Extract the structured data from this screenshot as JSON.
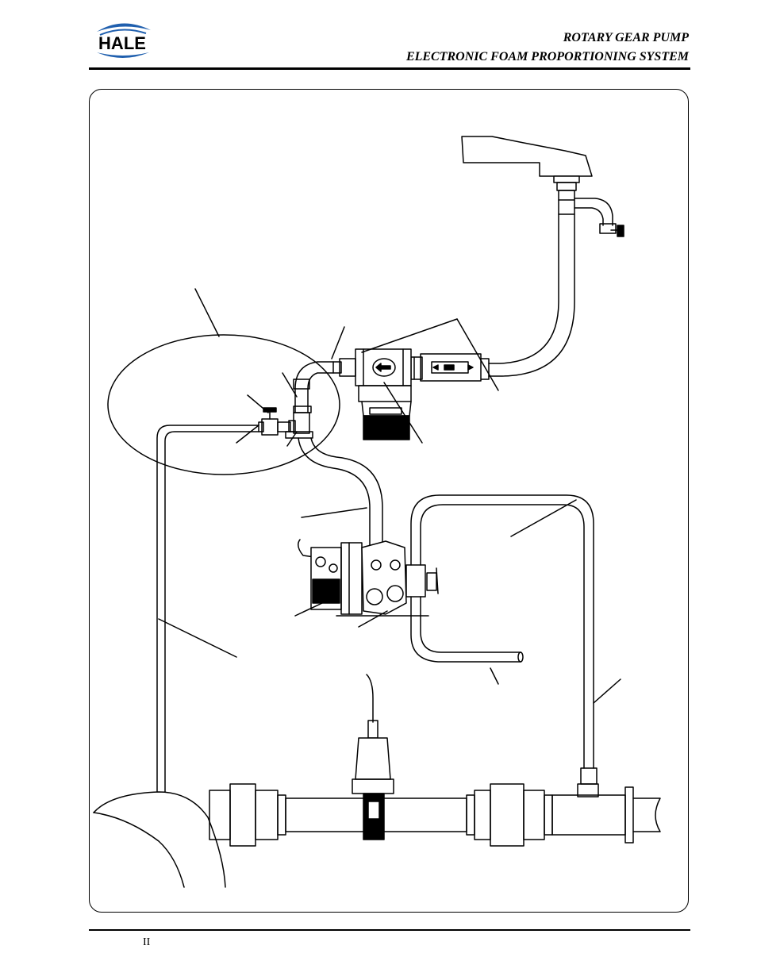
{
  "header": {
    "logo_text": "HALE",
    "title_line1": "ROTARY GEAR PUMP",
    "title_line2": "ELECTRONIC FOAM PROPORTIONING SYSTEM"
  },
  "footer": {
    "page_number": "II"
  },
  "colors": {
    "ink": "#000000",
    "logo_blue": "#1f5fae",
    "paper": "#ffffff"
  }
}
